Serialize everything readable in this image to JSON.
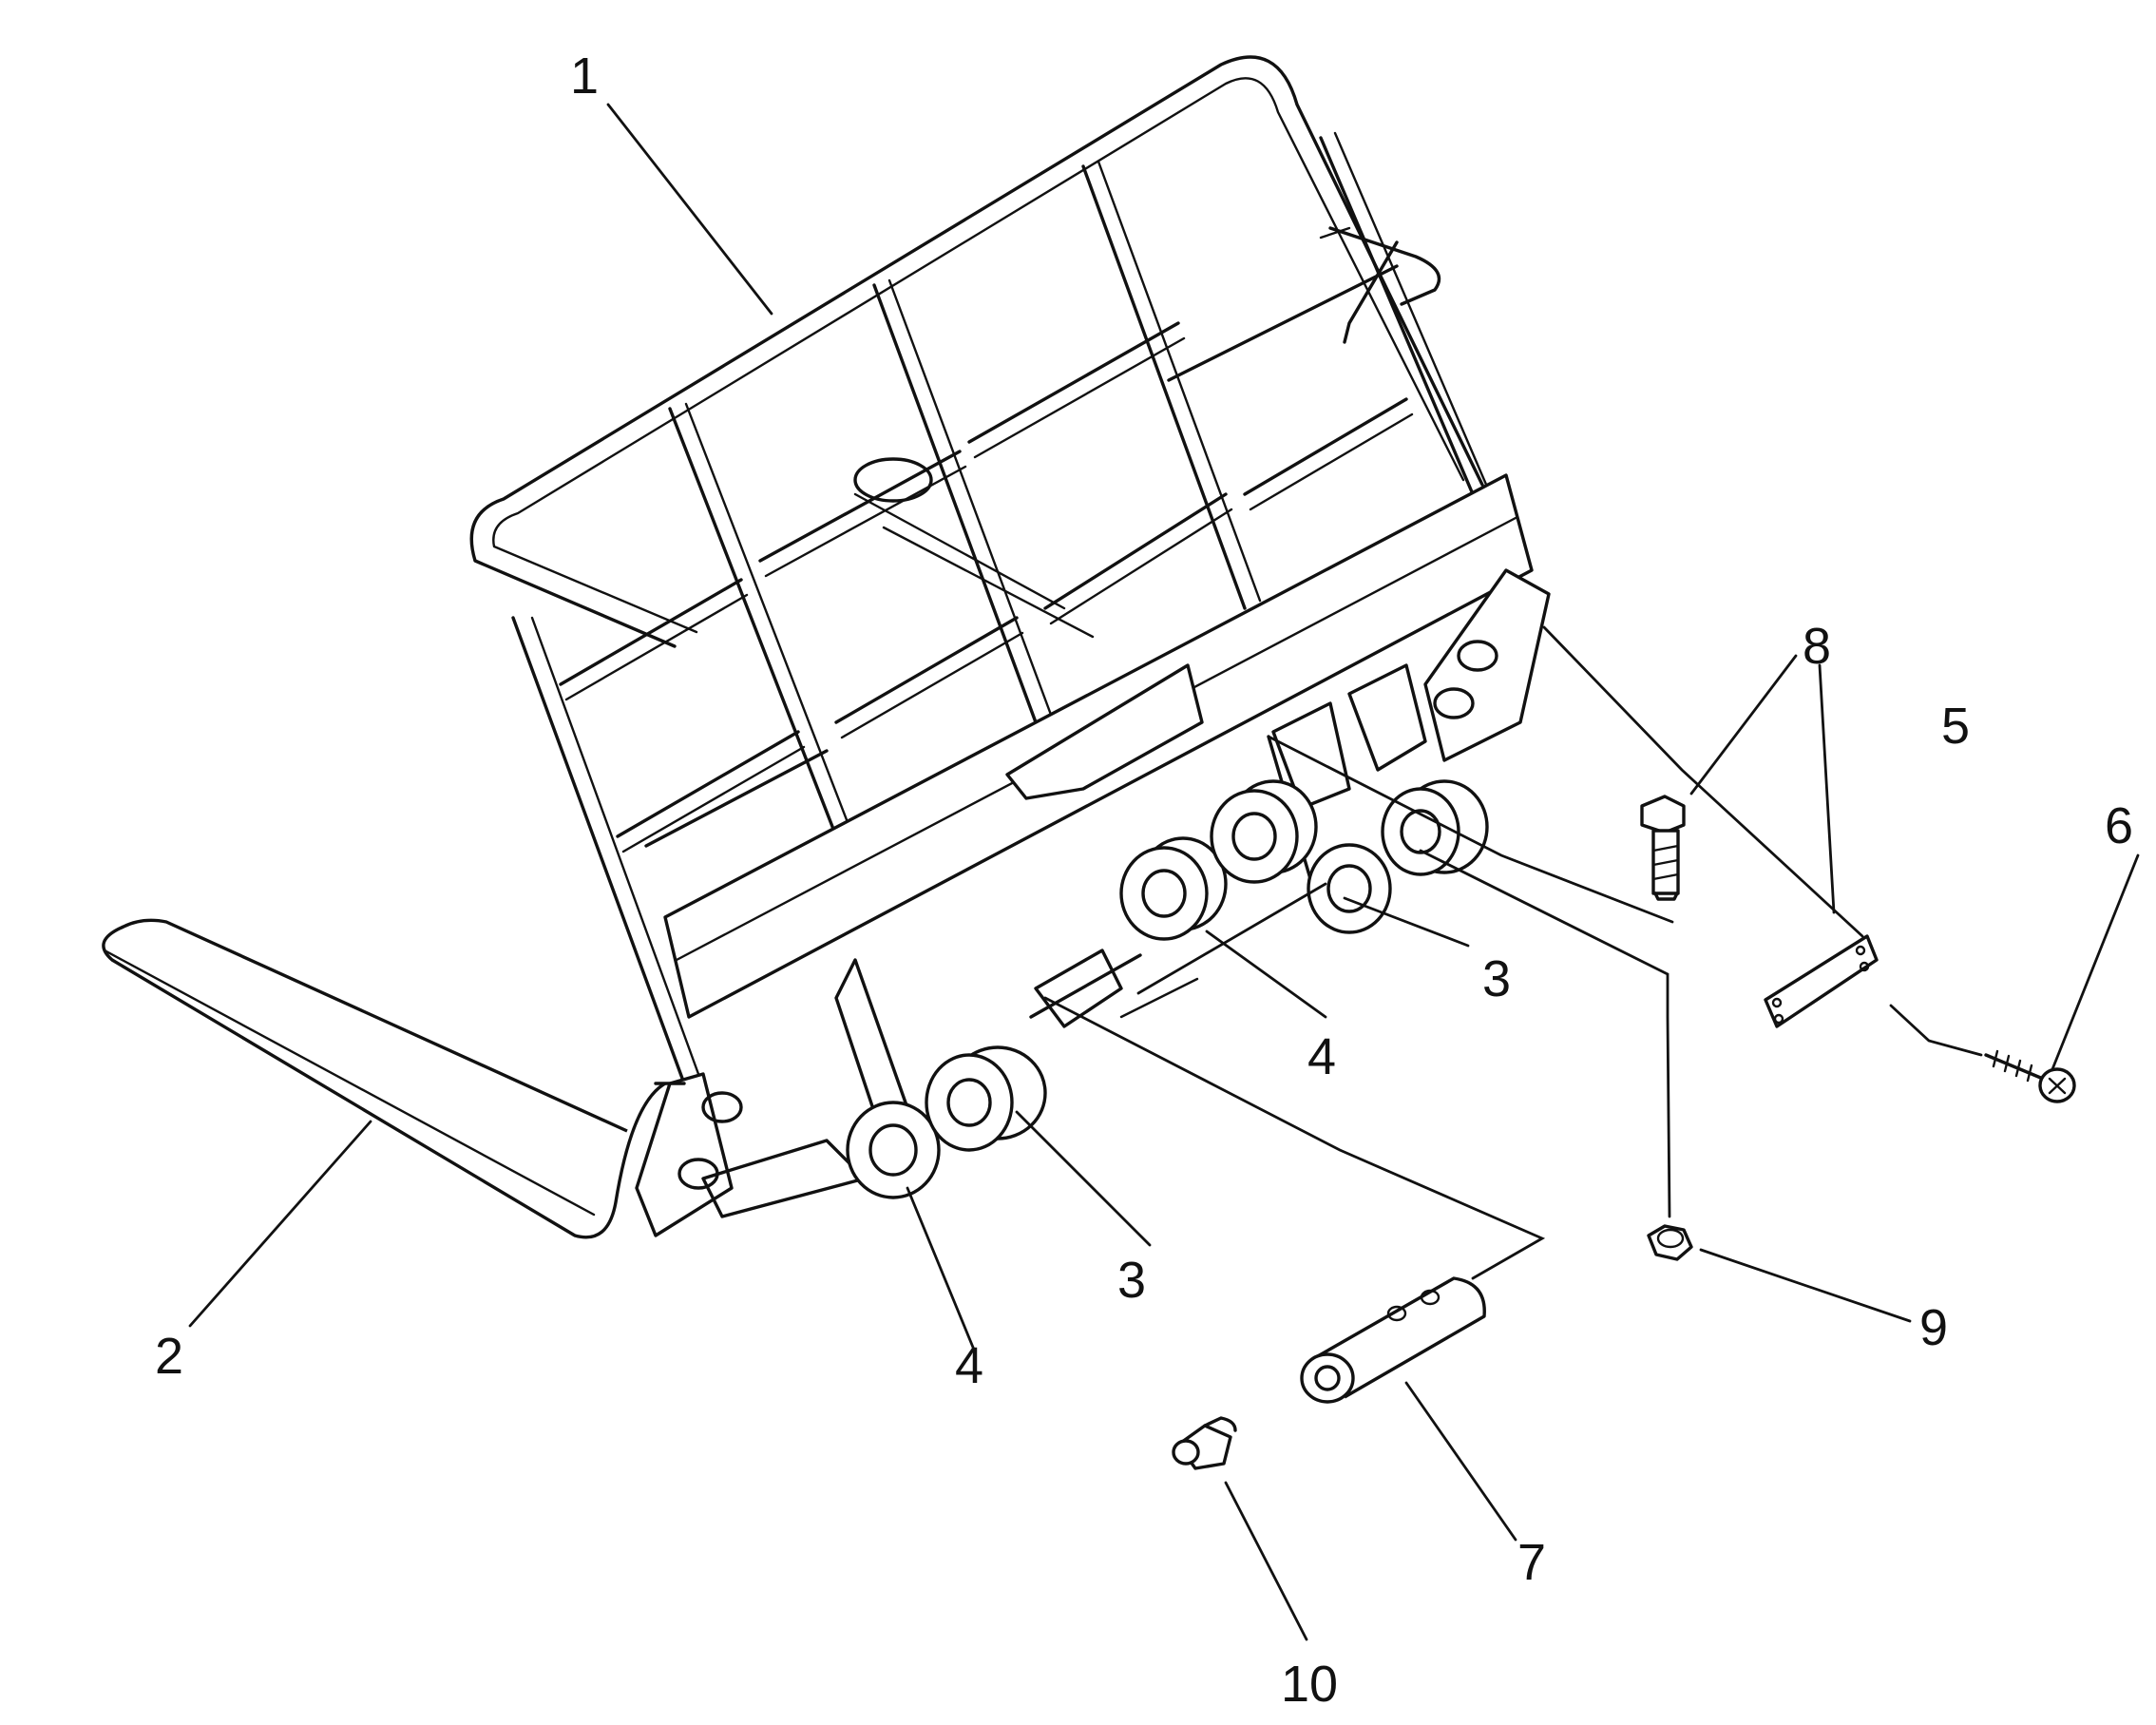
{
  "callouts": [
    {
      "id": "c1",
      "label": "1"
    },
    {
      "id": "c2",
      "label": "2"
    },
    {
      "id": "c3a",
      "label": "3"
    },
    {
      "id": "c3b",
      "label": "3"
    },
    {
      "id": "c4a",
      "label": "4"
    },
    {
      "id": "c4b",
      "label": "4"
    },
    {
      "id": "c5",
      "label": "5"
    },
    {
      "id": "c6",
      "label": "6"
    },
    {
      "id": "c7",
      "label": "7"
    },
    {
      "id": "c8",
      "label": "8"
    },
    {
      "id": "c9",
      "label": "9"
    },
    {
      "id": "c10",
      "label": "10"
    }
  ]
}
